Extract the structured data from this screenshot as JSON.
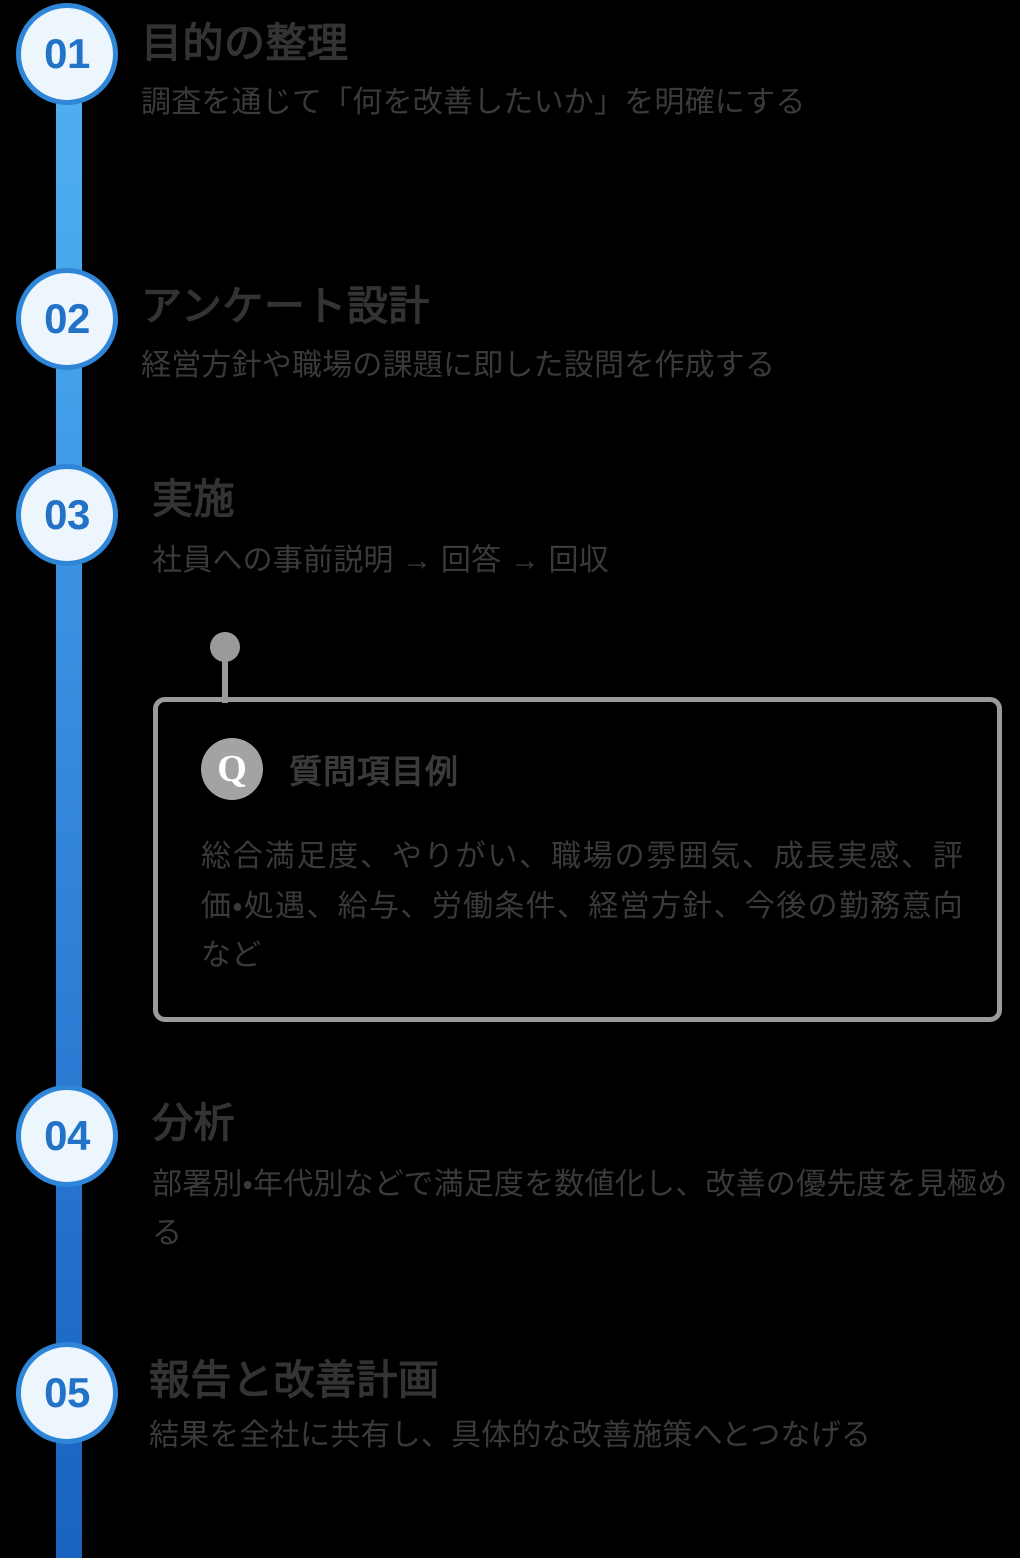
{
  "theme": {
    "background": "#000000",
    "spine_top_color": "#52b0f0",
    "spine_bottom_color": "#1a63c0",
    "marker_border_color": "#2f86d8",
    "marker_fill_color": "#eef6fd",
    "marker_number_color": "#2272c8",
    "title_color": "#333333",
    "body_color": "#3a3a3a",
    "callout_border_color": "#9a9a9a",
    "badge_color": "#a3a3a3"
  },
  "steps": [
    {
      "number": "01",
      "title": "目的の整理",
      "description": "調査を通じて「何を改善したいか」を明確にする"
    },
    {
      "number": "02",
      "title": "アンケート設計",
      "description": "経営方針や職場の課題に即した設問を作成する"
    },
    {
      "number": "03",
      "title": "実施",
      "description": "社員への事前説明 → 回答 → 回収"
    },
    {
      "number": "04",
      "title": "分析",
      "description": "部署別・年代別などで満足度を数値化し、改善の優先度を見極める"
    },
    {
      "number": "05",
      "title": "報告と改善計画",
      "description": "結果を全社に共有し、具体的な改善施策へとつなげる"
    }
  ],
  "callout": {
    "badge_letter": "Q",
    "heading": "質問項目例",
    "text": "総合満足度、やりがい、職場の雰囲気、成長実感、評価・処遇、給与、労働条件、経営方針、今後の勤務意向など"
  }
}
